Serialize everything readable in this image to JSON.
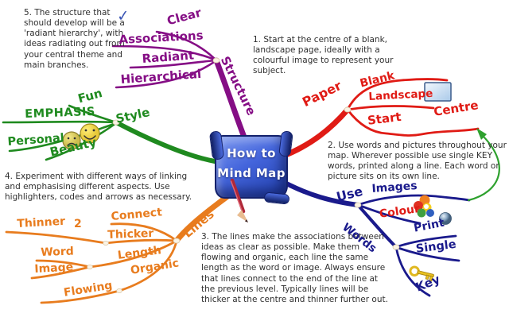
{
  "center": {
    "title_line1": "How to",
    "title_line2": "Mind Map"
  },
  "notes": {
    "n1": "1. Start at the centre of a blank, landscape page, ideally with a colourful image to represent your subject.",
    "n2": "2. Use words and pictures throughout your map. Wherever possible use single KEY words, printed along a line. Each word or picture sits on its own line.",
    "n3": "3. The lines make the associations between ideas as clear as possible. Make them flowing and organic, each line the same length as the word or image. Always ensure that lines connect to the end of the line at the previous level. Typically lines will be thicker at the centre and thinner further out.",
    "n4": "4. Experiment with different ways of linking and emphasising different aspects. Use highlighters, codes and arrows as necessary.",
    "n5": "5. The structure that should develop will be a 'radiant hierarchy', with ideas radiating out from your central theme and main branches."
  },
  "branches": {
    "structure": {
      "label": "Structure",
      "color": "#850E85",
      "children": {
        "clear": "Clear",
        "associations": "Associations",
        "radiant": "Radiant",
        "hierarchical": "Hierarchical"
      }
    },
    "paper": {
      "label": "Paper",
      "color": "#E01B15",
      "children": {
        "blank": "Blank",
        "landscape": "Landscape",
        "start": "Start",
        "centre": "Centre"
      }
    },
    "style": {
      "label": "Style",
      "color": "#1F8A1F",
      "children": {
        "fun": "Fun",
        "emphasis": "EMPHASIS",
        "personal": "Personal",
        "beauty": "Beauty"
      }
    },
    "lines": {
      "label": "Lines",
      "color": "#E87C1E",
      "children": {
        "connect": "Connect",
        "thicker": "Thicker",
        "thinner": "Thinner",
        "thinner_num": "2",
        "word": "Word",
        "image": "Image",
        "length": "Length",
        "organic": "Organic",
        "flowing": "Flowing"
      }
    },
    "use": {
      "label": "Use",
      "color": "#1A1A8C",
      "colour_text_color": "#E01B15",
      "children": {
        "images": "Images",
        "colour": "Colour",
        "print": "Print",
        "words": "Words",
        "single": "Single",
        "key": "Key"
      }
    }
  },
  "icons": {
    "check_glyph": "✓",
    "check_color": "#3A55B4",
    "arrow_color": "#2EA12E",
    "names": [
      "check-icon",
      "smiley-face-icon",
      "sad-face-icon",
      "colour-palette-icon",
      "sphere-icon",
      "key-icon",
      "landscape-page-icon",
      "pencil-icon",
      "curved-arrow-icon"
    ]
  }
}
